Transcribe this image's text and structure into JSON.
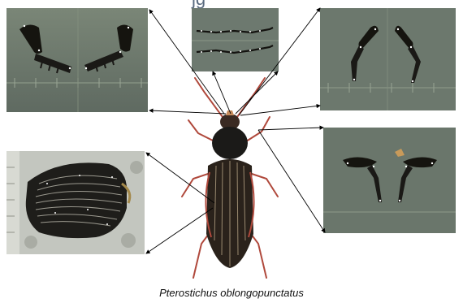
{
  "caption": "Pterostichus oblongopunctatus",
  "title_fragment": "jg",
  "panels": [
    {
      "id": "fore-legs",
      "subject": "front legs, ventral view on grid"
    },
    {
      "id": "antennae",
      "subject": "antennae on grid"
    },
    {
      "id": "hind-legs",
      "subject": "hind legs on grid"
    },
    {
      "id": "elytra",
      "subject": "elytra with landmarks on tray"
    },
    {
      "id": "mid-legs",
      "subject": "middle legs on grid"
    }
  ],
  "colors": {
    "panel_bg": "#6e7a6f",
    "beetle_body": "#1b1a18",
    "beetle_legs": "#b24a3c",
    "arrow": "#000000"
  }
}
